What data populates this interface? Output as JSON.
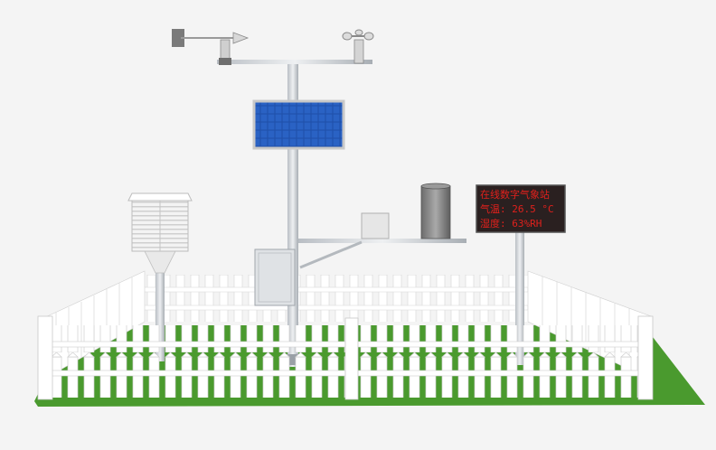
{
  "display": {
    "line1": "在线数字气象站",
    "line2": "气温: 26.5 °C",
    "line3": "湿度: 63%RH"
  },
  "colors": {
    "background": "#f4f4f4",
    "grass": "#4a9a2e",
    "fence": "#ffffff",
    "pole": "#d4d8dc",
    "solar_panel": "#1f4fa8",
    "led_panel": "#2a2020",
    "led_text": "#e0201c"
  },
  "icons": [
    "wind-vane-icon",
    "anemometer-icon",
    "solar-panel-icon",
    "rain-gauge-icon",
    "radiation-shield-icon"
  ]
}
